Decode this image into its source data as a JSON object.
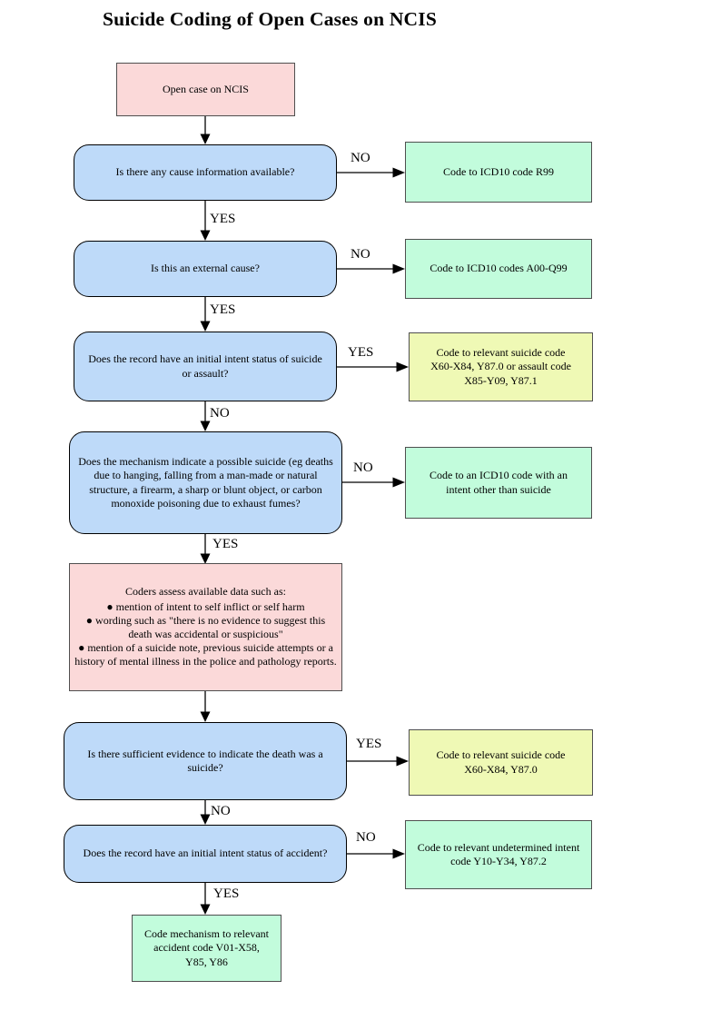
{
  "title": "Suicide Coding of Open Cases on NCIS",
  "colors": {
    "process_pink": "#fbd9d9",
    "decision_blue": "#bedaf9",
    "result_green": "#c2fcdc",
    "result_yellow": "#eff9b5"
  },
  "nodes": {
    "start": {
      "label": "Open case on NCIS"
    },
    "q_cause_info": {
      "label": "Is there any cause information available?"
    },
    "r_r99": {
      "label": "Code to ICD10 code R99"
    },
    "q_external_cause": {
      "label": "Is this an external cause?"
    },
    "r_a00_q99": {
      "label": "Code to ICD10 codes A00-Q99"
    },
    "q_intent_suicide_assault": {
      "label": "Does the record have an initial intent status of suicide or assault?"
    },
    "r_suicide_assault_codes": {
      "label": "Code to relevant suicide code\nX60-X84, Y87.0 or assault code\nX85-Y09, Y87.1"
    },
    "q_mechanism": {
      "label": "Does the mechanism indicate a possible suicide (eg deaths due to hanging, falling from a man-made or natural structure, a firearm, a sharp or blunt object, or carbon monoxide poisoning due to exhaust fumes?"
    },
    "r_other_intent": {
      "label": "Code to an ICD10 code with an\nintent other than suicide"
    },
    "coders_assess": {
      "heading": "Coders assess available data such as:",
      "bullet_glyph": "●",
      "bullets": [
        "mention of intent to self inflict or self harm",
        "wording such as \"there is no evidence to suggest this death was accidental or suspicious\"",
        "mention of a suicide note, previous suicide attempts or a history of mental illness in the police and pathology reports."
      ]
    },
    "q_sufficient_evidence": {
      "label": "Is there sufficient evidence to indicate the death was a suicide?"
    },
    "r_suicide_codes": {
      "label": "Code to relevant suicide code\nX60-X84, Y87.0"
    },
    "q_intent_accident": {
      "label": "Does the record have an initial intent status of accident?"
    },
    "r_undetermined": {
      "label": "Code to relevant undetermined intent\ncode Y10-Y34, Y87.2"
    },
    "r_accident": {
      "label": "Code mechanism to relevant\naccident code V01-X58,\nY85, Y86"
    }
  },
  "edge_labels": {
    "yes": "YES",
    "no": "NO"
  }
}
